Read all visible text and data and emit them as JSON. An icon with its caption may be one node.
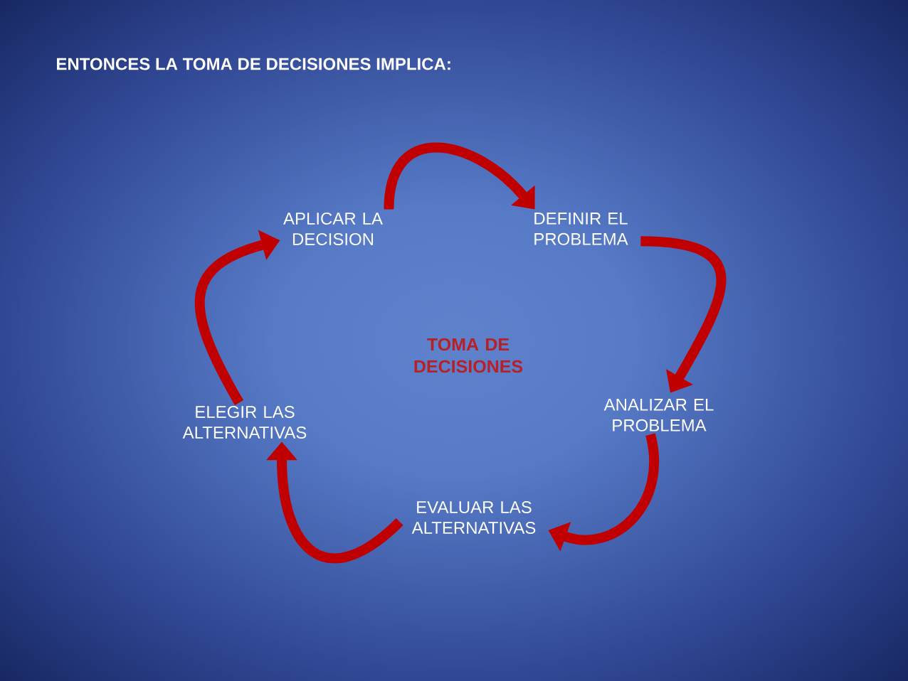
{
  "diagram": {
    "title": "ENTONCES LA TOMA DE DECISIONES IMPLICA:",
    "nodes": [
      {
        "text": [
          "APLICAR LA DECISION"
        ]
      },
      {
        "text": [
          "DEFINIR EL PROBLEMA"
        ]
      },
      {
        "text": [
          "ELEGIR LAS ALTERNATIVAS"
        ]
      },
      {
        "text": [
          "ANALIZAR EL PROBLEMA"
        ]
      },
      {
        "text": [
          "EVALUAR LAS ALTERNATIVAS"
        ]
      }
    ],
    "edges": [
      {
        "from": 0,
        "to": 1,
        "arrow": "to"
      },
      {
        "from": 1,
        "to": 3,
        "arrow": "to"
      },
      {
        "from": 3,
        "to": 4,
        "arrow": "to"
      },
      {
        "from": 4,
        "to": 2,
        "arrow": "to"
      },
      {
        "from": 2,
        "to": 0,
        "arrow": "to"
      }
    ],
    "labels": [
      "TOMA DE DECISIONES"
    ]
  }
}
